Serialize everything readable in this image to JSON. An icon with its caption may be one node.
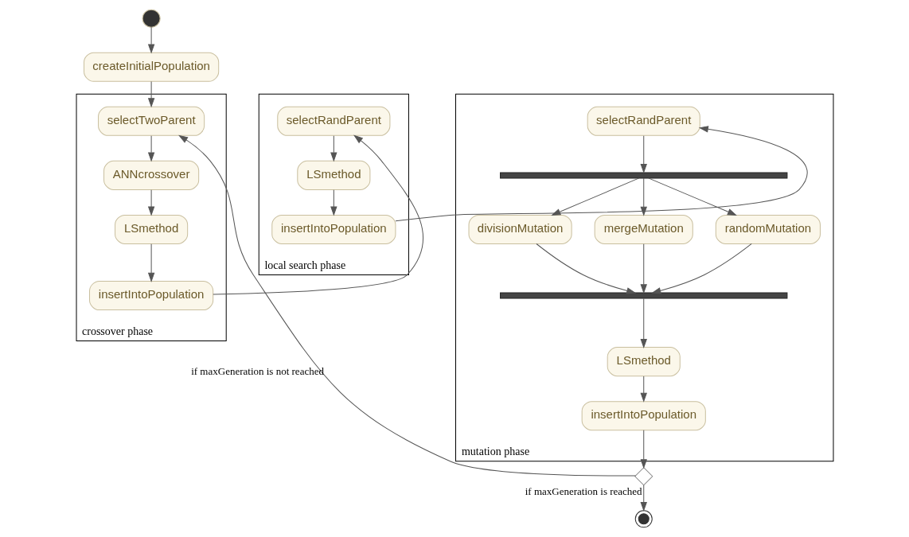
{
  "diagram": {
    "nodes": [
      {
        "text": [],
        "shape": "circle"
      },
      {
        "text": [
          "createInitialPopulation"
        ]
      },
      {
        "text": [
          "crossover phase"
        ]
      },
      {
        "text": [
          "selectTwoParent"
        ],
        "in": 2
      },
      {
        "text": [
          "ANNcrossover"
        ],
        "in": 2
      },
      {
        "text": [
          "LSmethod"
        ],
        "in": 2
      },
      {
        "text": [
          "insertIntoPopulation"
        ],
        "in": 2
      },
      {
        "text": [
          "local search phase"
        ]
      },
      {
        "text": [
          "selectRandParent"
        ],
        "in": 7
      },
      {
        "text": [
          "LSmethod"
        ],
        "in": 7
      },
      {
        "text": [
          "insertIntoPopulation"
        ],
        "in": 7
      },
      {
        "text": [
          "mutation phase"
        ]
      },
      {
        "text": [
          "selectRandParent"
        ],
        "in": 11
      },
      {
        "text": [],
        "shape": "bar",
        "in": 11
      },
      {
        "text": [
          "divisionMutation"
        ],
        "in": 11
      },
      {
        "text": [
          "mergeMutation"
        ],
        "in": 11
      },
      {
        "text": [
          "randomMutation"
        ],
        "in": 11
      },
      {
        "text": [],
        "shape": "bar",
        "in": 11
      },
      {
        "text": [
          "LSmethod"
        ],
        "in": 11
      },
      {
        "text": [
          "insertIntoPopulation"
        ],
        "in": 11
      },
      {
        "text": [],
        "shape": "diamond"
      },
      {
        "text": [],
        "shape": "circle"
      }
    ],
    "edges": [
      {
        "from": 0,
        "to": 1,
        "arrow": "to"
      },
      {
        "from": 1,
        "to": 3,
        "arrow": "to"
      },
      {
        "from": 3,
        "to": 4,
        "arrow": "to"
      },
      {
        "from": 4,
        "to": 5,
        "arrow": "to"
      },
      {
        "from": 5,
        "to": 6,
        "arrow": "to"
      },
      {
        "from": 6,
        "to": 8,
        "arrow": "to"
      },
      {
        "from": 8,
        "to": 9,
        "arrow": "to"
      },
      {
        "from": 9,
        "to": 10,
        "arrow": "to"
      },
      {
        "from": 10,
        "to": 12,
        "arrow": "to"
      },
      {
        "from": 12,
        "to": 13,
        "arrow": "to"
      },
      {
        "from": 13,
        "to": 14,
        "arrow": "to"
      },
      {
        "from": 13,
        "to": 15,
        "arrow": "to"
      },
      {
        "from": 13,
        "to": 16,
        "arrow": "to"
      },
      {
        "from": 14,
        "to": 17,
        "arrow": "to"
      },
      {
        "from": 15,
        "to": 17,
        "arrow": "to"
      },
      {
        "from": 16,
        "to": 17,
        "arrow": "to"
      },
      {
        "from": 17,
        "to": 18,
        "arrow": "to"
      },
      {
        "from": 18,
        "to": 19,
        "arrow": "to"
      },
      {
        "from": 19,
        "to": 20,
        "arrow": "to"
      },
      {
        "from": 20,
        "to": 3,
        "label": "if maxGeneration is not reached",
        "arrow": "to"
      },
      {
        "from": 20,
        "to": 21,
        "label": "if maxGeneration is reached",
        "arrow": "to"
      }
    ]
  }
}
